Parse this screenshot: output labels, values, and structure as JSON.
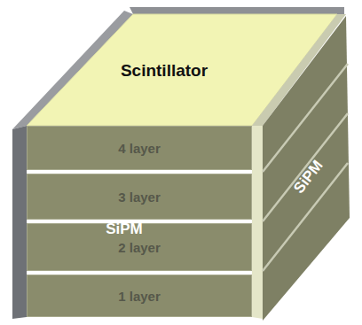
{
  "diagram": {
    "nodes": [
      {
        "text": [
          "Scintillator"
        ]
      },
      {
        "text": [
          "4 layer"
        ]
      },
      {
        "text": [
          "3 layer"
        ]
      },
      {
        "text": [
          "2 layer"
        ]
      },
      {
        "text": [
          "1 layer"
        ]
      }
    ],
    "labels": [
      "SiPM",
      "SiPM"
    ]
  }
}
